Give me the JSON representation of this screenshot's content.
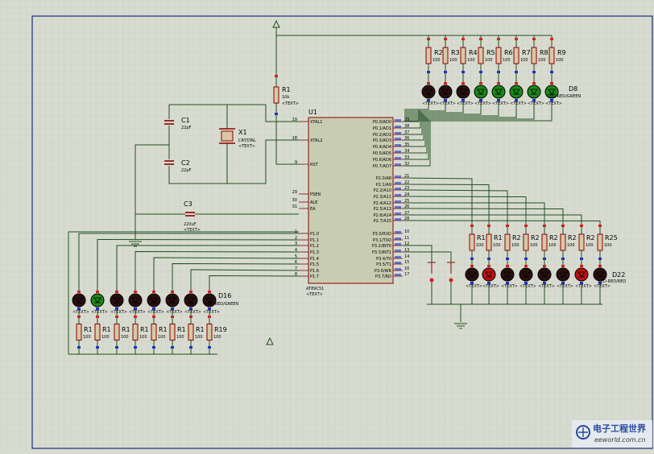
{
  "schematic": {
    "mcu": {
      "ref": "U1",
      "part": "AT89C51",
      "text_tag": "<TEXT>",
      "left_pins": [
        {
          "num": "19",
          "name": "XTAL1"
        },
        {
          "num": "18",
          "name": "XTAL2"
        },
        {
          "num": "9",
          "name": "RST"
        },
        {
          "num": "29",
          "name": "PSEN"
        },
        {
          "num": "30",
          "name": "ALE"
        },
        {
          "num": "31",
          "name": "EA"
        },
        {
          "num": "1",
          "name": "P1.0"
        },
        {
          "num": "2",
          "name": "P1.1"
        },
        {
          "num": "3",
          "name": "P1.2"
        },
        {
          "num": "4",
          "name": "P1.3"
        },
        {
          "num": "5",
          "name": "P1.4"
        },
        {
          "num": "6",
          "name": "P1.5"
        },
        {
          "num": "7",
          "name": "P1.6"
        },
        {
          "num": "8",
          "name": "P1.7"
        }
      ],
      "right_pins": [
        {
          "num": "39",
          "name": "P0.0/AD0"
        },
        {
          "num": "38",
          "name": "P0.1/AD1"
        },
        {
          "num": "37",
          "name": "P0.2/AD2"
        },
        {
          "num": "36",
          "name": "P0.3/AD3"
        },
        {
          "num": "35",
          "name": "P0.4/AD4"
        },
        {
          "num": "34",
          "name": "P0.5/AD5"
        },
        {
          "num": "33",
          "name": "P0.6/AD6"
        },
        {
          "num": "32",
          "name": "P0.7/AD7"
        },
        {
          "num": "21",
          "name": "P2.0/A8"
        },
        {
          "num": "22",
          "name": "P2.1/A9"
        },
        {
          "num": "23",
          "name": "P2.2/A10"
        },
        {
          "num": "24",
          "name": "P2.3/A11"
        },
        {
          "num": "25",
          "name": "P2.4/A12"
        },
        {
          "num": "26",
          "name": "P2.5/A13"
        },
        {
          "num": "27",
          "name": "P2.6/A14"
        },
        {
          "num": "28",
          "name": "P2.7/A15"
        },
        {
          "num": "10",
          "name": "P3.0/RXD"
        },
        {
          "num": "11",
          "name": "P3.1/TXD"
        },
        {
          "num": "12",
          "name": "P3.2/INT0"
        },
        {
          "num": "13",
          "name": "P3.3/INT1"
        },
        {
          "num": "14",
          "name": "P3.4/T0"
        },
        {
          "num": "15",
          "name": "P3.5/T1"
        },
        {
          "num": "16",
          "name": "P3.6/WR"
        },
        {
          "num": "17",
          "name": "P3.7/RD"
        }
      ]
    },
    "r1": {
      "ref": "R1",
      "value": "10k",
      "text_tag": "<TEXT>"
    },
    "c1": {
      "ref": "C1",
      "value": "22pF",
      "text_tag": "<TEXT>"
    },
    "c2": {
      "ref": "C2",
      "value": "22pF",
      "text_tag": "<TEXT>"
    },
    "c3": {
      "ref": "C3",
      "value": "220uF",
      "text_tag": "<TEXT>"
    },
    "x1": {
      "ref": "X1",
      "value": "CRYSTAL",
      "text_tag": "<TEXT>"
    },
    "top_resistors": {
      "labels": [
        "R2",
        "R3",
        "R4",
        "R5",
        "R6",
        "R7",
        "R8",
        "R9"
      ],
      "value": "100"
    },
    "top_leds": {
      "ref": "D8",
      "label": "LED-RED/GREEN",
      "text_tag": "<TEXT>"
    },
    "left_resistors": {
      "labels": [
        "R1",
        "R1",
        "R1",
        "R1",
        "R1",
        "R1",
        "R1",
        "R19"
      ],
      "value": "100"
    },
    "left_leds": {
      "ref": "D16",
      "label": "LED-RED/GREEN",
      "text_tag": "<TEXT>"
    },
    "right_resistors": {
      "labels": [
        "R1",
        "R1",
        "R2",
        "R2",
        "R2",
        "R2",
        "R2",
        "R25"
      ],
      "value": "100"
    },
    "right_leds": {
      "ref": "D22",
      "label": "LED-RED/RED",
      "text_tag": "<TEXT>"
    },
    "watermark": {
      "title": "电子工程世界",
      "url": "eeworld.com.cn"
    }
  },
  "colors": {
    "background": "#d8dcd0",
    "grid": "#c4c8bc",
    "wire": "#1f4f1f",
    "component": "#8b0000",
    "chip_fill": "#c8ccb0",
    "resistor_fill": "#d8c8a8",
    "led_off": "#2a1010",
    "led_green": "#1a8a1a",
    "led_red": "#c01010",
    "pin_red": "#d42020",
    "pin_blue": "#2030c0",
    "border": "#1a2a7a",
    "watermark": "#2a4a9a"
  },
  "icons": {
    "crystal": "crystal-icon",
    "capacitor": "capacitor-icon",
    "resistor": "resistor-icon",
    "led": "led-icon",
    "ground": "ground-icon",
    "switch": "pushbutton-icon",
    "supply": "power-arrow-icon",
    "mcu": "chip-icon"
  },
  "led_states": {
    "top": [
      "off",
      "off",
      "off",
      "green",
      "green",
      "green",
      "green",
      "green"
    ],
    "left": [
      "off",
      "green",
      "off",
      "off",
      "off",
      "off",
      "off",
      "off"
    ],
    "right": [
      "off",
      "red",
      "off",
      "off",
      "off",
      "off",
      "red",
      "off"
    ]
  }
}
